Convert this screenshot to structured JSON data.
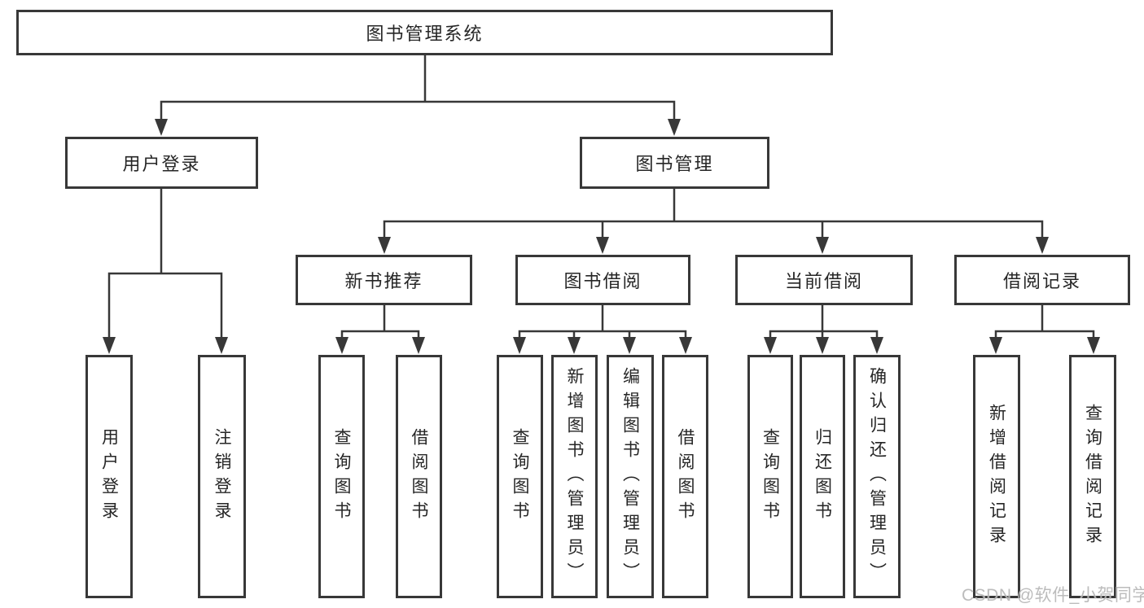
{
  "diagram": {
    "root": {
      "label": "图书管理系统"
    },
    "level2": [
      {
        "label": "用户登录"
      },
      {
        "label": "图书管理"
      }
    ],
    "level3": [
      {
        "label": "新书推荐"
      },
      {
        "label": "图书借阅"
      },
      {
        "label": "当前借阅"
      },
      {
        "label": "借阅记录"
      }
    ],
    "leaves": {
      "user_login": [
        "用户登录",
        "注销登录"
      ],
      "new_book_recommend": [
        "查询图书",
        "借阅图书"
      ],
      "book_borrow": [
        "查询图书",
        "新增图书（管理员）",
        "编辑图书（管理员）",
        "借阅图书"
      ],
      "current_borrow": [
        "查询图书",
        "归还图书",
        "确认归还（管理员）"
      ],
      "borrow_records": [
        "新增借阅记录",
        "查询借阅记录"
      ]
    }
  },
  "watermark": {
    "text": "CSDN @软件_小贺同学"
  },
  "colors": {
    "line": "#383838",
    "text": "#262626",
    "background": "#ffffff",
    "watermark": "#b5b5b5"
  }
}
